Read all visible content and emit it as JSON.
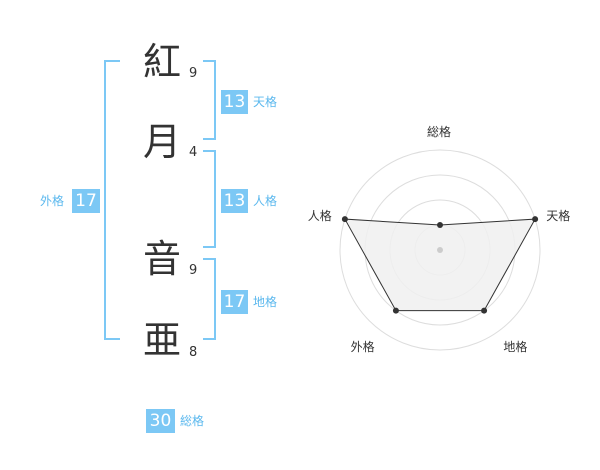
{
  "name": {
    "chars": [
      {
        "char": "紅",
        "strokes": "9"
      },
      {
        "char": "月",
        "strokes": "4"
      },
      {
        "char": "音",
        "strokes": "9"
      },
      {
        "char": "亜",
        "strokes": "8"
      }
    ]
  },
  "fortunes": {
    "tenkaku": {
      "value": "13",
      "label": "天格"
    },
    "jinkaku": {
      "value": "13",
      "label": "人格"
    },
    "chikaku": {
      "value": "17",
      "label": "地格"
    },
    "gaikaku": {
      "value": "17",
      "label": "外格"
    },
    "soukaku": {
      "value": "30",
      "label": "総格"
    }
  },
  "colors": {
    "accent": "#7cc8f5",
    "label_accent": "#5bb8ee",
    "radar_fill": "#f0f0f0",
    "radar_line": "#333333"
  },
  "chart_data": {
    "type": "radar",
    "axes": [
      "総格",
      "天格",
      "地格",
      "外格",
      "人格"
    ],
    "values": [
      1,
      4,
      3,
      3,
      4
    ],
    "range": [
      0,
      4
    ],
    "rings": 4
  }
}
